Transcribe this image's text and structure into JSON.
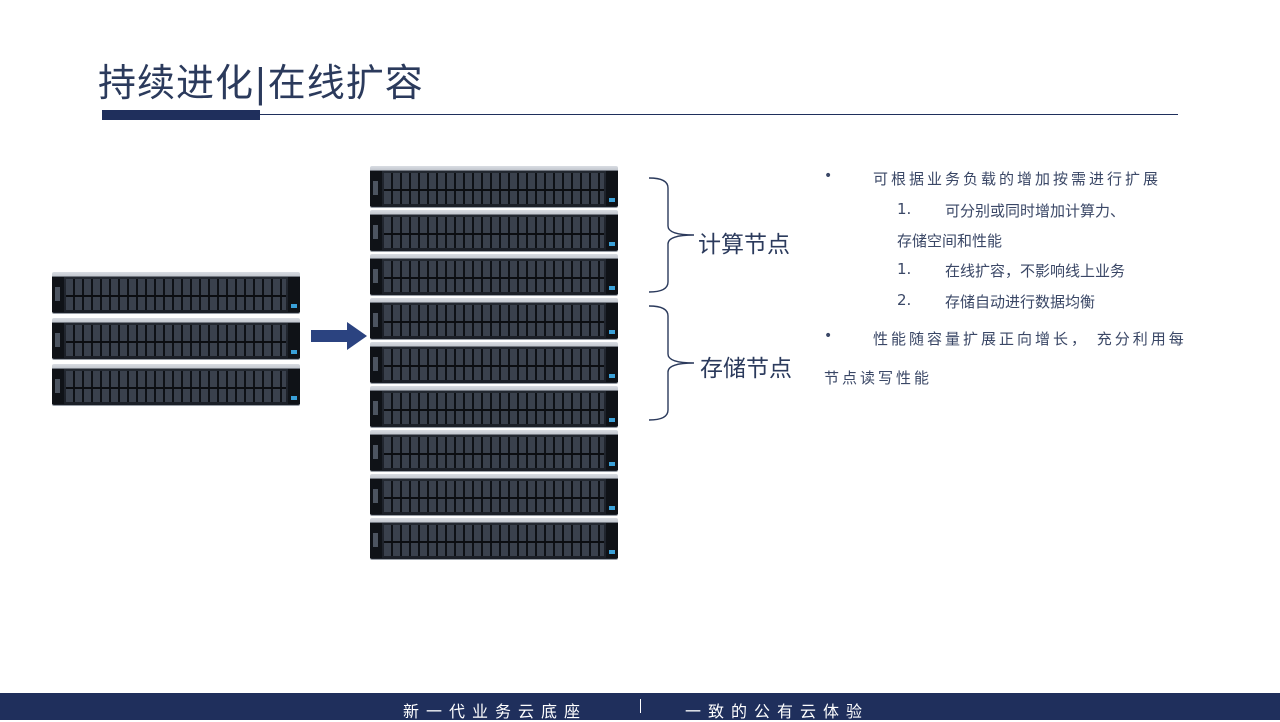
{
  "slide": {
    "title": "持续进化|在线扩容"
  },
  "diagram": {
    "compute_label": "计算节点",
    "storage_label": "存储节点",
    "server_icon": "rack-server-icon",
    "arrow_icon": "right-arrow-icon"
  },
  "bullets": {
    "b1_marker": "•",
    "b1_text": "可根据业务负载的增加按需进行扩展",
    "s1_num": "1.",
    "s1_text": "可分别或同时增加计算力、",
    "s1_cont": "存储空间和性能",
    "s2_num": "1.",
    "s2_text": "在线扩容，不影响线上业务",
    "s3_num": "2.",
    "s3_text": "存储自动进行数据均衡",
    "b2_marker": "•",
    "b2_text": "性能随容量扩展正向增长， 充分利用每",
    "b2_cont": "节点读写性能"
  },
  "footer": {
    "left": "新一代业务云底座",
    "right": "一致的公有云体验"
  },
  "colors": {
    "navy": "#1f2f5c",
    "text": "#2b3a5c"
  }
}
